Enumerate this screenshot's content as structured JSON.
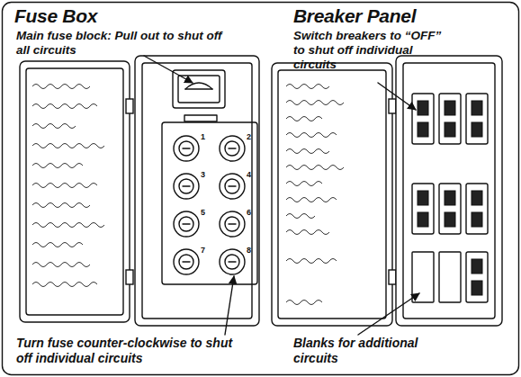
{
  "diagram": {
    "labels": [
      "Fuse Box",
      "Main fuse block: Pull out to shut off all circuits",
      "Breaker Panel",
      "Switch breakers to “OFF” to shut off individual circuits",
      "1",
      "2",
      "3",
      "4",
      "5",
      "6",
      "7",
      "8",
      "Turn fuse counter-clockwise to shut off individual circuits",
      "Blanks for additional circuits"
    ]
  }
}
